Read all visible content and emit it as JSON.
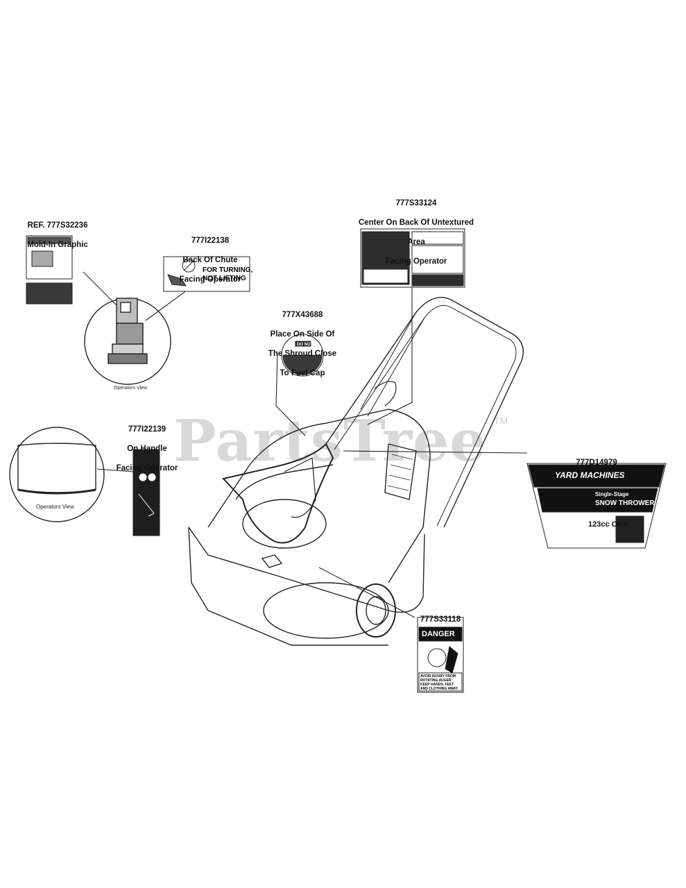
{
  "watermark": {
    "text": "PartsTree",
    "tm": "TM"
  },
  "labels": {
    "ref_mold": {
      "part": "REF. 777S32236",
      "line1": "Mold-In Graphic"
    },
    "chute": {
      "part": "777I22138",
      "line1": "Back Of Chute",
      "line2": "Facing Operator"
    },
    "center_back": {
      "part": "777S33124",
      "line1": "Center On Back Of Untextured",
      "line2": "Area",
      "line3": "Facing Operator"
    },
    "shroud": {
      "part": "777X43688",
      "line1": "Place On Side Of",
      "line2": "The Shroud Close",
      "line3": "To Fuel Cap"
    },
    "handle": {
      "part": "777I22139",
      "line1": "On Handle",
      "line2": "Facing Operator"
    },
    "brand_decal": {
      "part": "777D14979"
    },
    "danger": {
      "part": "777S33118"
    }
  },
  "views": {
    "operators_view_1": "Operators View",
    "operators_view_2": "Operators View"
  },
  "decals": {
    "chute_text": [
      "FOR TURNING,",
      "NOT LIFTING"
    ],
    "shroud_text": [
      "DO NOT"
    ],
    "danger_title": "DANGER",
    "danger_text": [
      "AVOID INJURY FROM",
      "ROTATING AUGER",
      "KEEP HANDS, FEET",
      "AND CLOTHING AWAY."
    ],
    "brand": "YARD MACHINES",
    "brand_model": "Single-Stage",
    "brand_product": "SNOW THROWER",
    "brand_engine": "123cc OHV"
  }
}
